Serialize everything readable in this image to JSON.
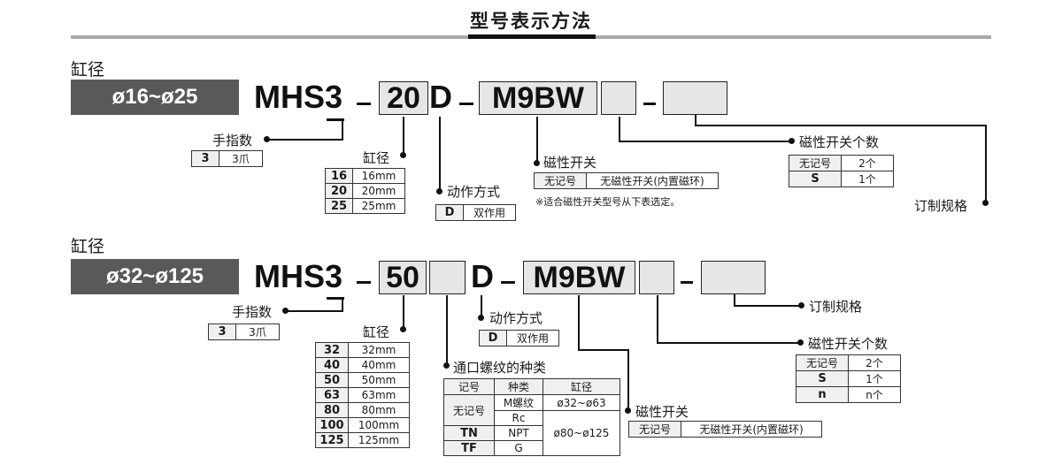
{
  "title": "型号表示方法",
  "row1": {
    "section_label": "缸径",
    "bore_range": "ø16~ø25",
    "model": "MHS3",
    "dash": "-",
    "bore_code": "20",
    "action_code": "D",
    "switch_code": "M9BW",
    "labels": {
      "fingers": "手指数",
      "bore": "缸径",
      "action": "动作方式",
      "switch": "磁性开关",
      "switch_count": "磁性开关个数",
      "custom": "订制规格"
    },
    "fingers_table": [
      [
        "3",
        "3爪"
      ]
    ],
    "bore_table": [
      [
        "16",
        "16mm"
      ],
      [
        "20",
        "20mm"
      ],
      [
        "25",
        "25mm"
      ]
    ],
    "action_table": [
      [
        "D",
        "双作用"
      ]
    ],
    "switch_table": [
      [
        "无记号",
        "无磁性开关(内置磁环)"
      ]
    ],
    "switch_note": "※适合磁性开关型号从下表选定。",
    "count_table": [
      [
        "无记号",
        "2个"
      ],
      [
        "S",
        "1个"
      ]
    ]
  },
  "row2": {
    "section_label": "缸径",
    "bore_range": "ø32~ø125",
    "model": "MHS3",
    "dash": "-",
    "bore_code": "50",
    "action_code": "D",
    "switch_code": "M9BW",
    "labels": {
      "fingers": "手指数",
      "bore": "缸径",
      "port": "通口螺纹的种类",
      "action": "动作方式",
      "switch": "磁性开关",
      "switch_count": "磁性开关个数",
      "custom": "订制规格"
    },
    "fingers_table": [
      [
        "3",
        "3爪"
      ]
    ],
    "bore_table": [
      [
        "32",
        "32mm"
      ],
      [
        "40",
        "40mm"
      ],
      [
        "50",
        "50mm"
      ],
      [
        "63",
        "63mm"
      ],
      [
        "80",
        "80mm"
      ],
      [
        "100",
        "100mm"
      ],
      [
        "125",
        "125mm"
      ]
    ],
    "action_table": [
      [
        "D",
        "双作用"
      ]
    ],
    "port_table": {
      "headers": [
        "记号",
        "种类",
        "缸径"
      ],
      "rows": [
        {
          "mark": "无记号",
          "types": [
            "M螺纹",
            "Rc"
          ],
          "bores": [
            "ø32~ø63",
            ""
          ]
        },
        {
          "mark": "TN",
          "types": [
            "NPT"
          ],
          "bores": [
            "ø80~ø125"
          ]
        },
        {
          "mark": "TF",
          "types": [
            "G"
          ],
          "bores": [
            ""
          ]
        }
      ]
    },
    "switch_table": [
      [
        "无记号",
        "无磁性开关(内置磁环)"
      ]
    ],
    "count_table": [
      [
        "无记号",
        "2个"
      ],
      [
        "S",
        "1个"
      ],
      [
        "n",
        "n个"
      ]
    ]
  }
}
